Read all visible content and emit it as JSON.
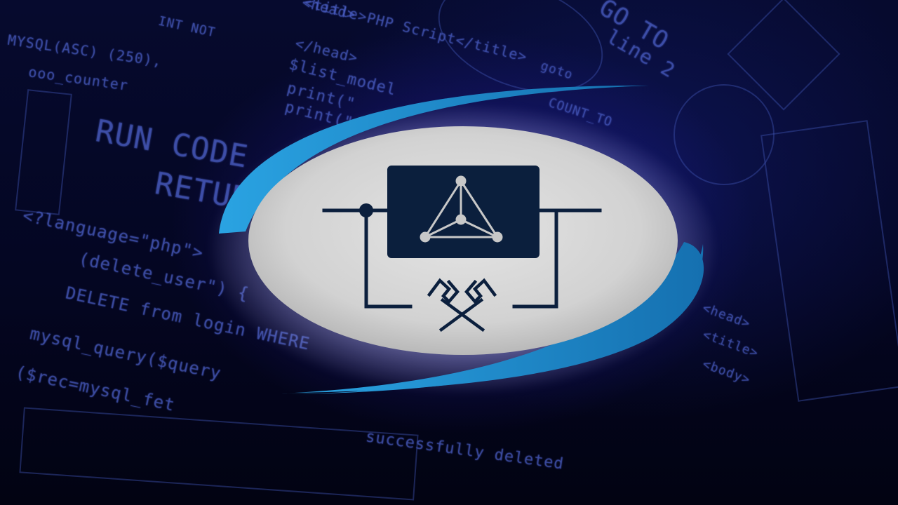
{
  "background": {
    "code_lines": [
      "INT NOT",
      "MYSQL(ASC) (250),",
      "ooo_counter",
      "RUN CODE",
      "RETURN",
      "<head>",
      "<title>PHP Script</title>",
      "</head>",
      "$list_model",
      "print(\"",
      "print(\"",
      "GO TO",
      "line 2",
      "goto",
      "COUNT_TO",
      "<?language=\"php\">",
      "(delete_user\") {",
      "DELETE from login WHERE",
      "mysql_query($query",
      "($rec=mysql_fet",
      "successfully deleted",
      "<head>",
      "<title>",
      "<body>"
    ]
  },
  "logo": {
    "colors": {
      "dark_navy": "#0b1f3d",
      "swoosh_blue": "#1f88c8",
      "oval_grey": "#d4d4d4",
      "node_grey": "#c8c8c8"
    },
    "icons": [
      "tetrahedron-icon",
      "crossed-wrenches-icon",
      "feedback-loop-icon"
    ]
  }
}
